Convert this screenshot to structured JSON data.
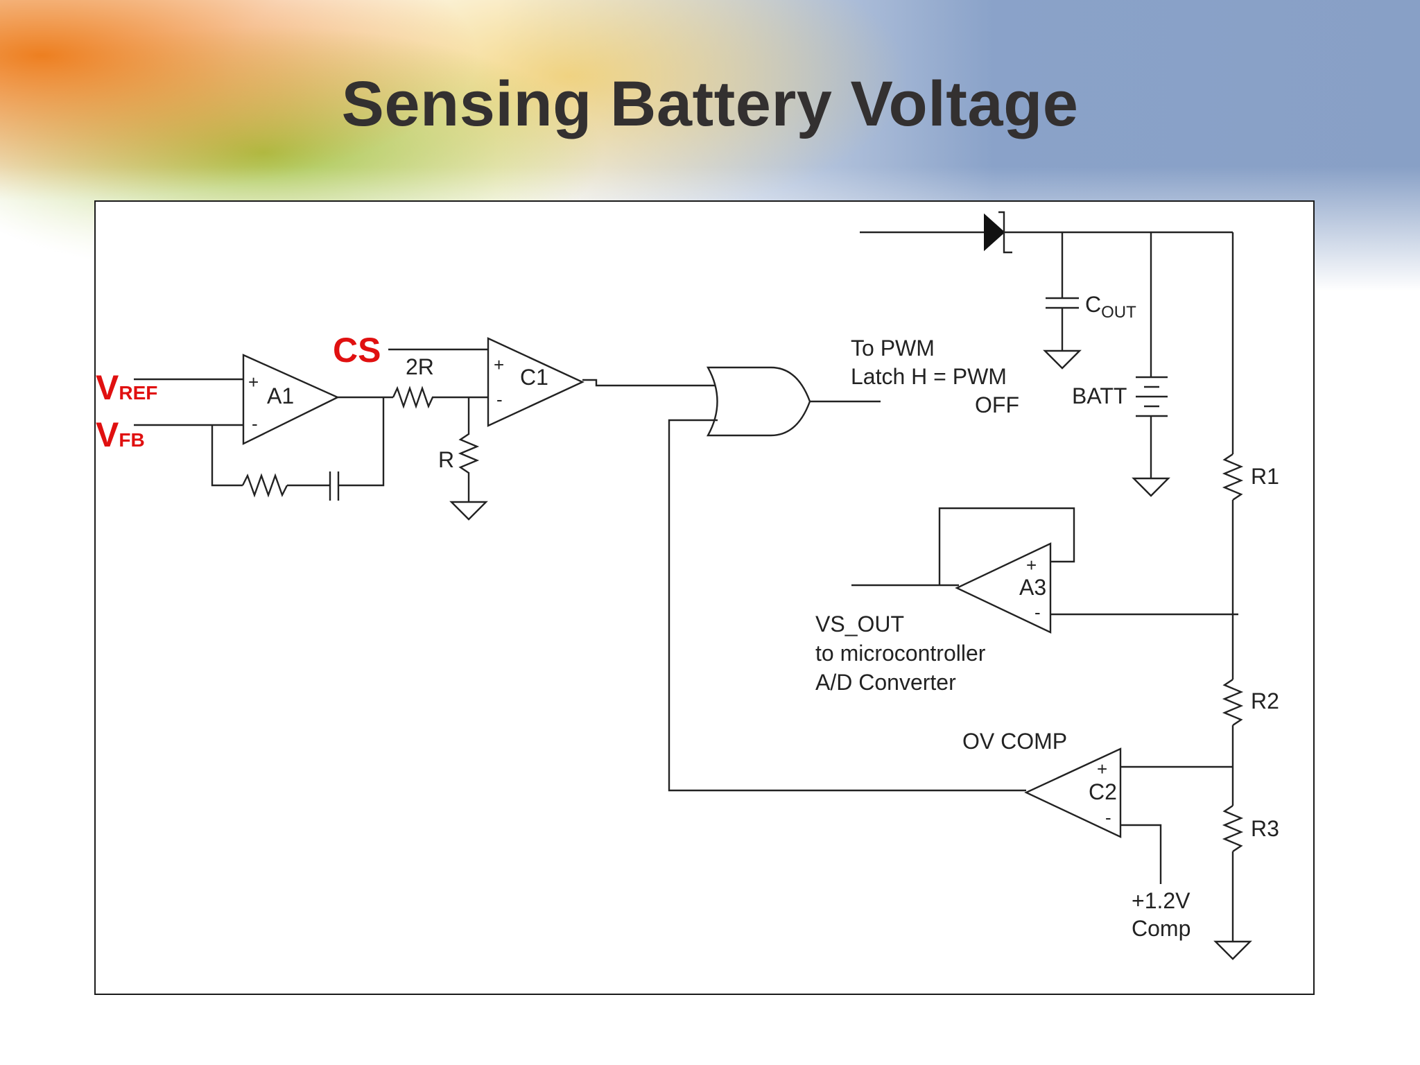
{
  "slide": {
    "title": "Sensing Battery Voltage"
  },
  "diagram": {
    "inputs": {
      "vref": {
        "main": "V",
        "sub": "REF"
      },
      "vfb": {
        "main": "V",
        "sub": "FB"
      },
      "cs": "CS"
    },
    "amplifiers": {
      "a1": "A1",
      "c1": "C1",
      "a3": "A3",
      "c2": "C2"
    },
    "components": {
      "r_2r": "2R",
      "r": "R",
      "cout": {
        "main": "C",
        "sub": "OUT"
      },
      "batt": "BATT",
      "r1": "R1",
      "r2": "R2",
      "r3": "R3"
    },
    "pwm_note": [
      "To PWM",
      "Latch H = PWM",
      "OFF"
    ],
    "vs_out_note": [
      "VS_OUT",
      "to microcontroller",
      "A/D Converter"
    ],
    "ov_comp": "OV COMP",
    "ref_note": [
      "+1.2V",
      "Comp"
    ],
    "plus_sign": "+",
    "minus_sign": "-"
  }
}
